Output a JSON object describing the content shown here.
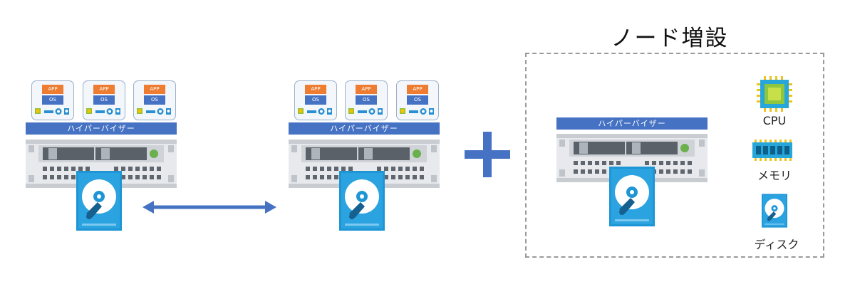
{
  "vm": {
    "app_label": "APP",
    "os_label": "OS"
  },
  "hypervisor_label": "ハイパーバイザー",
  "node_title": "ノード増設",
  "resources": {
    "cpu": "CPU",
    "memory": "メモリ",
    "disk": "ディスク"
  },
  "colors": {
    "app": "#ee7d31",
    "os": "#4672c4",
    "hypervisor": "#4672c4",
    "arrow": "#4672c4",
    "plus": "#4672c4",
    "disk": "#1e96d6",
    "server_body": "#d9dde1",
    "dashed_border": "#9a9a9a"
  },
  "icons": [
    "cpu-icon",
    "memory-icon",
    "disk-icon",
    "server-icon",
    "double-arrow-icon",
    "plus-icon"
  ]
}
